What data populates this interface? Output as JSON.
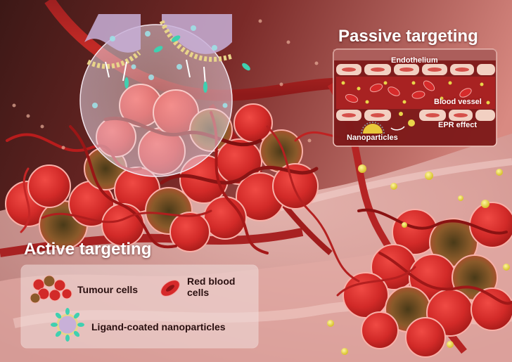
{
  "passive": {
    "title": "Passive targeting",
    "labels": {
      "endothelium": "Endothelium",
      "blood_vessel": "Blood vessel",
      "epr_effect": "EPR effect",
      "nanoparticles": "Nanoparticles"
    }
  },
  "active": {
    "title": "Active targeting"
  },
  "legend": {
    "tumour_cells": "Tumour cells",
    "red_blood_cells": "Red blood cells",
    "ligand_nanoparticles": "Ligand-coated nanoparticles"
  },
  "colors": {
    "cell_red": "#d62a2a",
    "cell_dark": "#8a1d12",
    "nanoparticle_yellow": "#e9d64a",
    "endothelium_pink": "#f2d0c2",
    "vessel_red": "#b51e1e",
    "ligand_teal": "#3fd0b0",
    "text_white": "#ffffff",
    "text_dark": "#2a1010"
  }
}
